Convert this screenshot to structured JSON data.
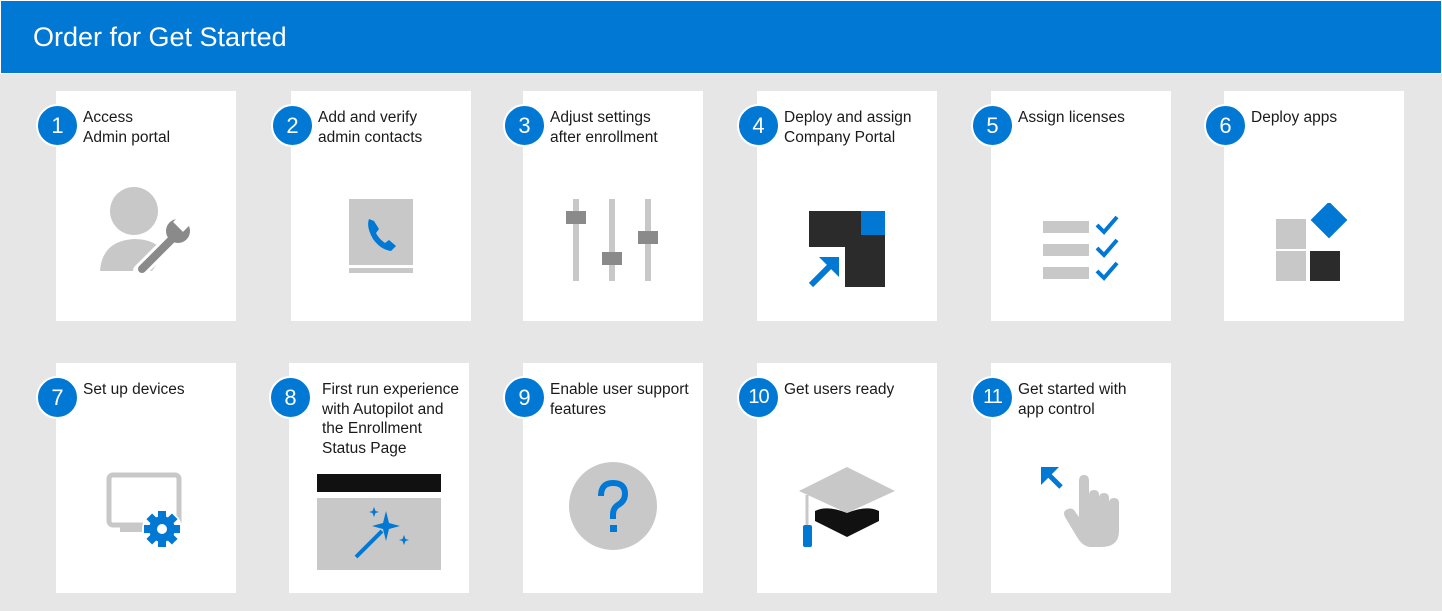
{
  "header": {
    "title": "Order for Get Started"
  },
  "colors": {
    "accent": "#0078d4",
    "icon_gray": "#c8c8c8",
    "icon_dark": "#2b2b2b",
    "background": "#e6e6e6"
  },
  "steps": [
    {
      "number": "1",
      "title": "Access\nAdmin portal",
      "icon": "admin-wrench-icon"
    },
    {
      "number": "2",
      "title": "Add and verify\nadmin contacts",
      "icon": "phone-book-icon"
    },
    {
      "number": "3",
      "title": "Adjust settings\nafter enrollment",
      "icon": "sliders-icon"
    },
    {
      "number": "4",
      "title": "Deploy and assign\nCompany Portal",
      "icon": "company-portal-icon"
    },
    {
      "number": "5",
      "title": "Assign licenses",
      "icon": "checklist-icon"
    },
    {
      "number": "6",
      "title": "Deploy apps",
      "icon": "apps-grid-icon"
    },
    {
      "number": "7",
      "title": "Set up devices",
      "icon": "device-gear-icon"
    },
    {
      "number": "8",
      "title": "First run experience\nwith Autopilot and\nthe Enrollment\nStatus Page",
      "icon": "magic-wand-window-icon"
    },
    {
      "number": "9",
      "title": "Enable user support\nfeatures",
      "icon": "question-icon"
    },
    {
      "number": "10",
      "title": "Get users ready",
      "icon": "graduation-cap-icon"
    },
    {
      "number": "11",
      "title": "Get started with\napp control",
      "icon": "hand-pointer-icon"
    }
  ]
}
